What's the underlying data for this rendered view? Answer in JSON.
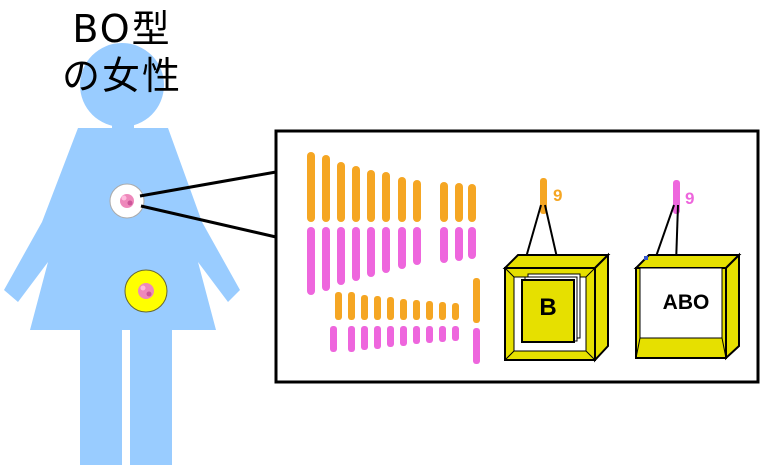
{
  "title": {
    "line1": "BO型",
    "line2": "の女性"
  },
  "colors": {
    "body": "#99ccff",
    "chromosome_orange": "#f5a623",
    "chromosome_pink": "#ee66dd",
    "box_yellow": "#e6e000",
    "ovary_yellow": "#ffff00",
    "flower_pink": "#ee88bb",
    "cell_white": "#ffffff",
    "frame_black": "#000000"
  },
  "chromosome_panel": {
    "left_box": {
      "chromosome_number": "9",
      "gene_label": "B"
    },
    "right_box": {
      "chromosome_number": "9",
      "gene_label": "ABO"
    }
  }
}
